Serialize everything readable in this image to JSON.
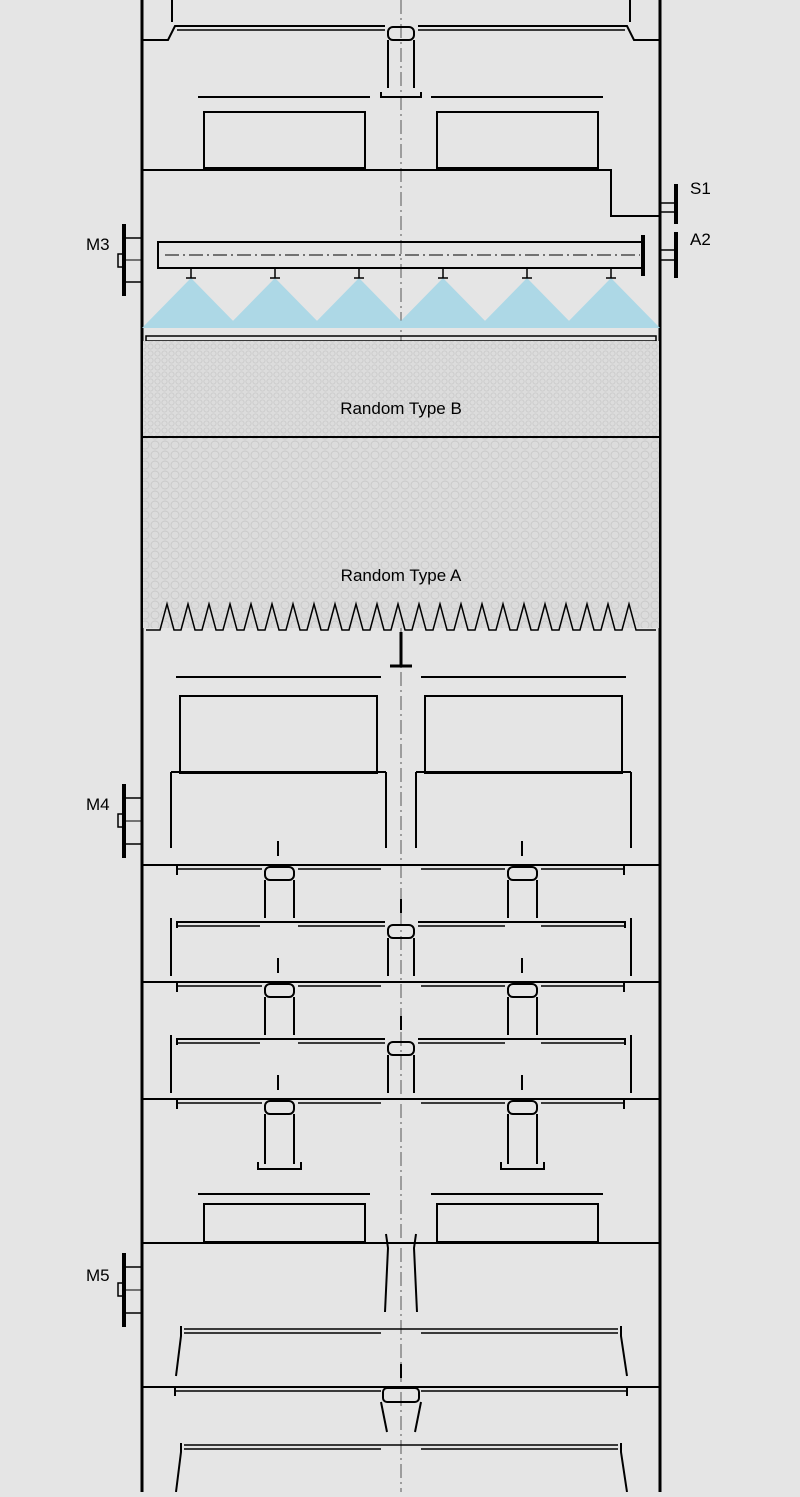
{
  "colors": {
    "background": "#e5e5e5",
    "line": "#000000",
    "spray": "#add8e6",
    "packing_fill": "#dcdcdc",
    "packing_dots": "#c8c8c8"
  },
  "nozzles": {
    "m3": "M3",
    "m4": "M4",
    "m5": "M5",
    "s1": "S1",
    "a2": "A2"
  },
  "packing": {
    "upper_bed": "Random Type B",
    "lower_bed": "Random Type A"
  }
}
